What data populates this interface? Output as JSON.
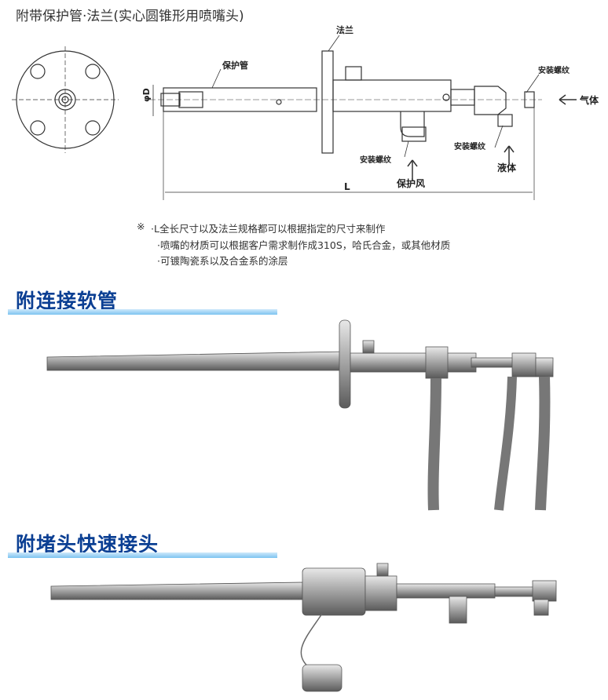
{
  "title": "附带保护管·法兰(实心圆锥形用喷嘴头)",
  "diagram": {
    "flange": "法兰",
    "protect_tube": "保护管",
    "diameter": "φD",
    "thread_top": "安装螺纹",
    "thread_mid": "安装螺纹",
    "thread_bottom": "安装螺纹",
    "gas": "气体",
    "liquid": "液体",
    "protect_air": "保护风",
    "length": "L"
  },
  "notes": {
    "mark": "※",
    "lines": [
      "·L全长尺寸以及法兰规格都可以根据指定的尺寸来制作",
      "·喷嘴的材质可以根据客户需求制作成310S，哈氏合金，或其他材质",
      "·可镀陶瓷系以及合金系的涂层"
    ]
  },
  "sections": [
    {
      "title": "附连接软管"
    },
    {
      "title": "附堵头快速接头"
    }
  ],
  "colors": {
    "heading": "#0b3f93",
    "bar": "#7cc4f0"
  }
}
